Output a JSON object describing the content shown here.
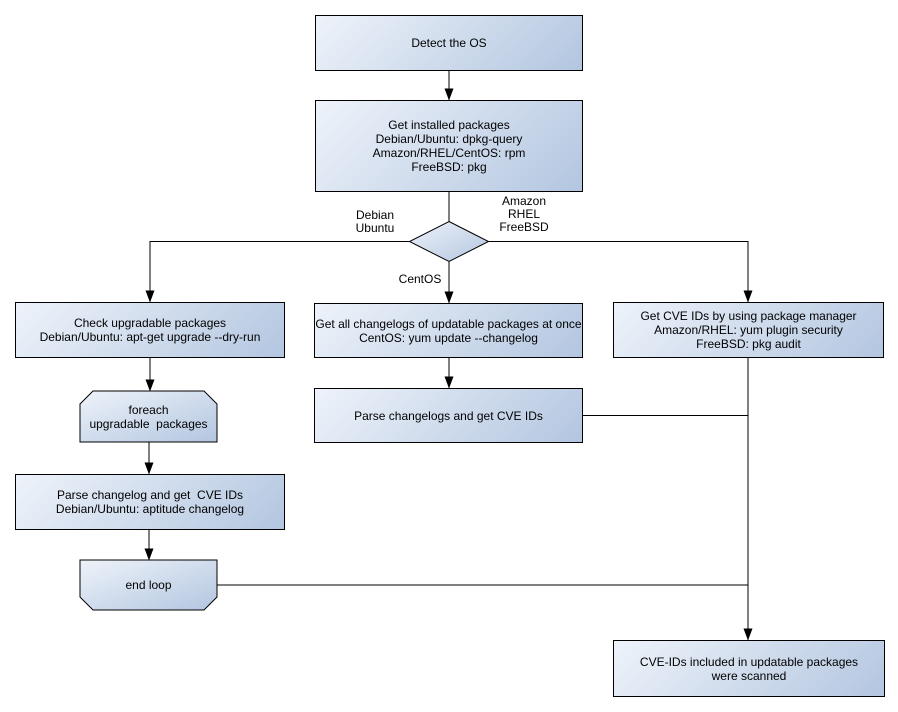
{
  "colors": {
    "node_fill_light": "#eef3fa",
    "node_fill_dark": "#b3c6e0",
    "node_border": "#000000",
    "connector": "#000000",
    "canvas_background": "#ffffff",
    "text": "#000000"
  },
  "nodes": {
    "detect_os": "Detect the OS",
    "get_installed_packages": "Get installed packages\nDebian/Ubuntu: dpkg-query\nAmazon/RHEL/CentOS: rpm\nFreeBSD: pkg",
    "check_upgradable_packages": "Check upgradable packages\nDebian/Ubuntu: apt-get upgrade --dry-run",
    "foreach_loop": "foreach\nupgradable  packages",
    "parse_changelog_left": "Parse changelog and get  CVE IDs\nDebian/Ubuntu: aptitude changelog",
    "end_loop": "end loop",
    "get_all_changelogs": "Get all changelogs of updatable packages at once\nCentOS: yum update --changelog",
    "parse_changelogs_mid": "Parse changelogs and get CVE IDs",
    "get_cve_ids_pkg_manager": "Get CVE IDs by using package manager\nAmazon/RHEL: yum plugin security\nFreeBSD: pkg audit",
    "cve_ids_scanned": "CVE-IDs included in updatable packages\nwere scanned"
  },
  "edge_labels": {
    "debian_ubuntu": "Debian\nUbuntu",
    "amazon_rhel_freebsd": "Amazon\nRHEL\nFreeBSD",
    "centos": "CentOS"
  }
}
